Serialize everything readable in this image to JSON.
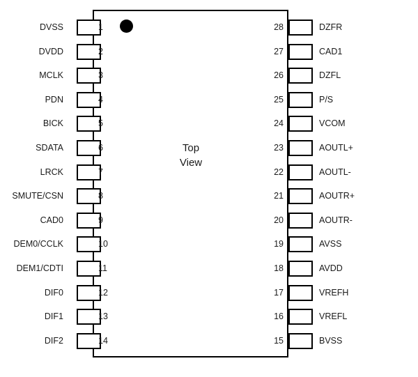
{
  "diagram": {
    "title": "Top View",
    "title_lines": [
      "Top",
      "View"
    ],
    "package": {
      "pin_count": 28,
      "pins_per_side": 14,
      "body_fill": "#ffffff",
      "outline_color": "#000000",
      "text_color": "#1a1a1a",
      "pin1_marker": "pin1-dot"
    }
  },
  "pins_left": [
    {
      "number": "1",
      "label": "DVSS"
    },
    {
      "number": "2",
      "label": "DVDD"
    },
    {
      "number": "3",
      "label": "MCLK"
    },
    {
      "number": "4",
      "label": "PDN"
    },
    {
      "number": "5",
      "label": "BICK"
    },
    {
      "number": "6",
      "label": "SDATA"
    },
    {
      "number": "7",
      "label": "LRCK"
    },
    {
      "number": "8",
      "label": "SMUTE/CSN"
    },
    {
      "number": "9",
      "label": "CAD0"
    },
    {
      "number": "10",
      "label": "DEM0/CCLK"
    },
    {
      "number": "11",
      "label": "DEM1/CDTI"
    },
    {
      "number": "12",
      "label": "DIF0"
    },
    {
      "number": "13",
      "label": "DIF1"
    },
    {
      "number": "14",
      "label": "DIF2"
    }
  ],
  "pins_right": [
    {
      "number": "28",
      "label": "DZFR"
    },
    {
      "number": "27",
      "label": "CAD1"
    },
    {
      "number": "26",
      "label": "DZFL"
    },
    {
      "number": "25",
      "label": "P/S"
    },
    {
      "number": "24",
      "label": "VCOM"
    },
    {
      "number": "23",
      "label": "AOUTL+"
    },
    {
      "number": "22",
      "label": "AOUTL-"
    },
    {
      "number": "21",
      "label": "AOUTR+"
    },
    {
      "number": "20",
      "label": "AOUTR-"
    },
    {
      "number": "19",
      "label": "AVSS"
    },
    {
      "number": "18",
      "label": "AVDD"
    },
    {
      "number": "17",
      "label": "VREFH"
    },
    {
      "number": "16",
      "label": "VREFL"
    },
    {
      "number": "15",
      "label": "BVSS"
    }
  ]
}
